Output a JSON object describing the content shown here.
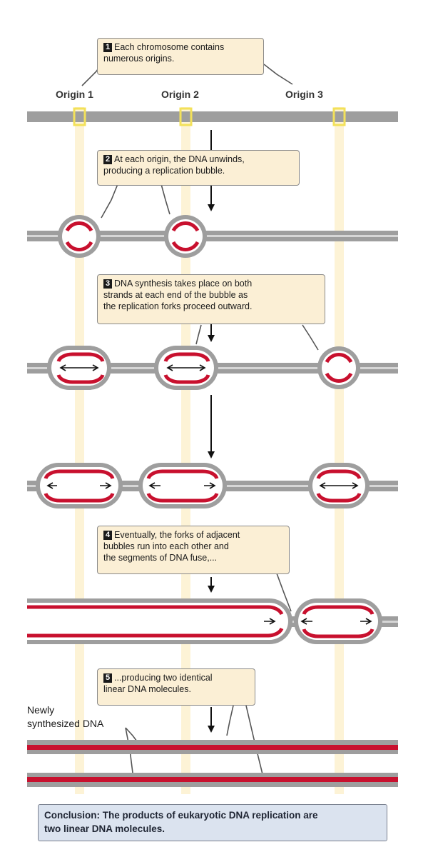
{
  "origins": [
    "Origin 1",
    "Origin 2",
    "Origin 3"
  ],
  "steps": [
    {
      "num": "1",
      "lines": [
        "Each chromosome contains",
        "numerous origins."
      ]
    },
    {
      "num": "2",
      "lines": [
        "At each origin, the DNA unwinds,",
        "producing a replication bubble."
      ]
    },
    {
      "num": "3",
      "lines": [
        "DNA synthesis takes place on both",
        "strands at each end of the bubble as",
        "the replication forks proceed outward."
      ]
    },
    {
      "num": "4",
      "lines": [
        "Eventually, the forks of adjacent",
        "bubbles run into each other and",
        "the segments of DNA fuse,..."
      ]
    },
    {
      "num": "5",
      "lines": [
        "...producing two identical",
        "linear DNA molecules."
      ]
    }
  ],
  "newly_label": [
    "Newly",
    "synthesized DNA"
  ],
  "conclusion": [
    "Conclusion: The products of eukaryotic DNA replication are",
    "two linear DNA molecules."
  ],
  "colors": {
    "parental": "#9e9e9e",
    "new_strand": "#c8102e",
    "origin_marker": "#f3e15a",
    "origin_guide": "#fdf3d6",
    "callout_fill": "#fbefd5",
    "conclusion_fill": "#dbe3ef"
  }
}
